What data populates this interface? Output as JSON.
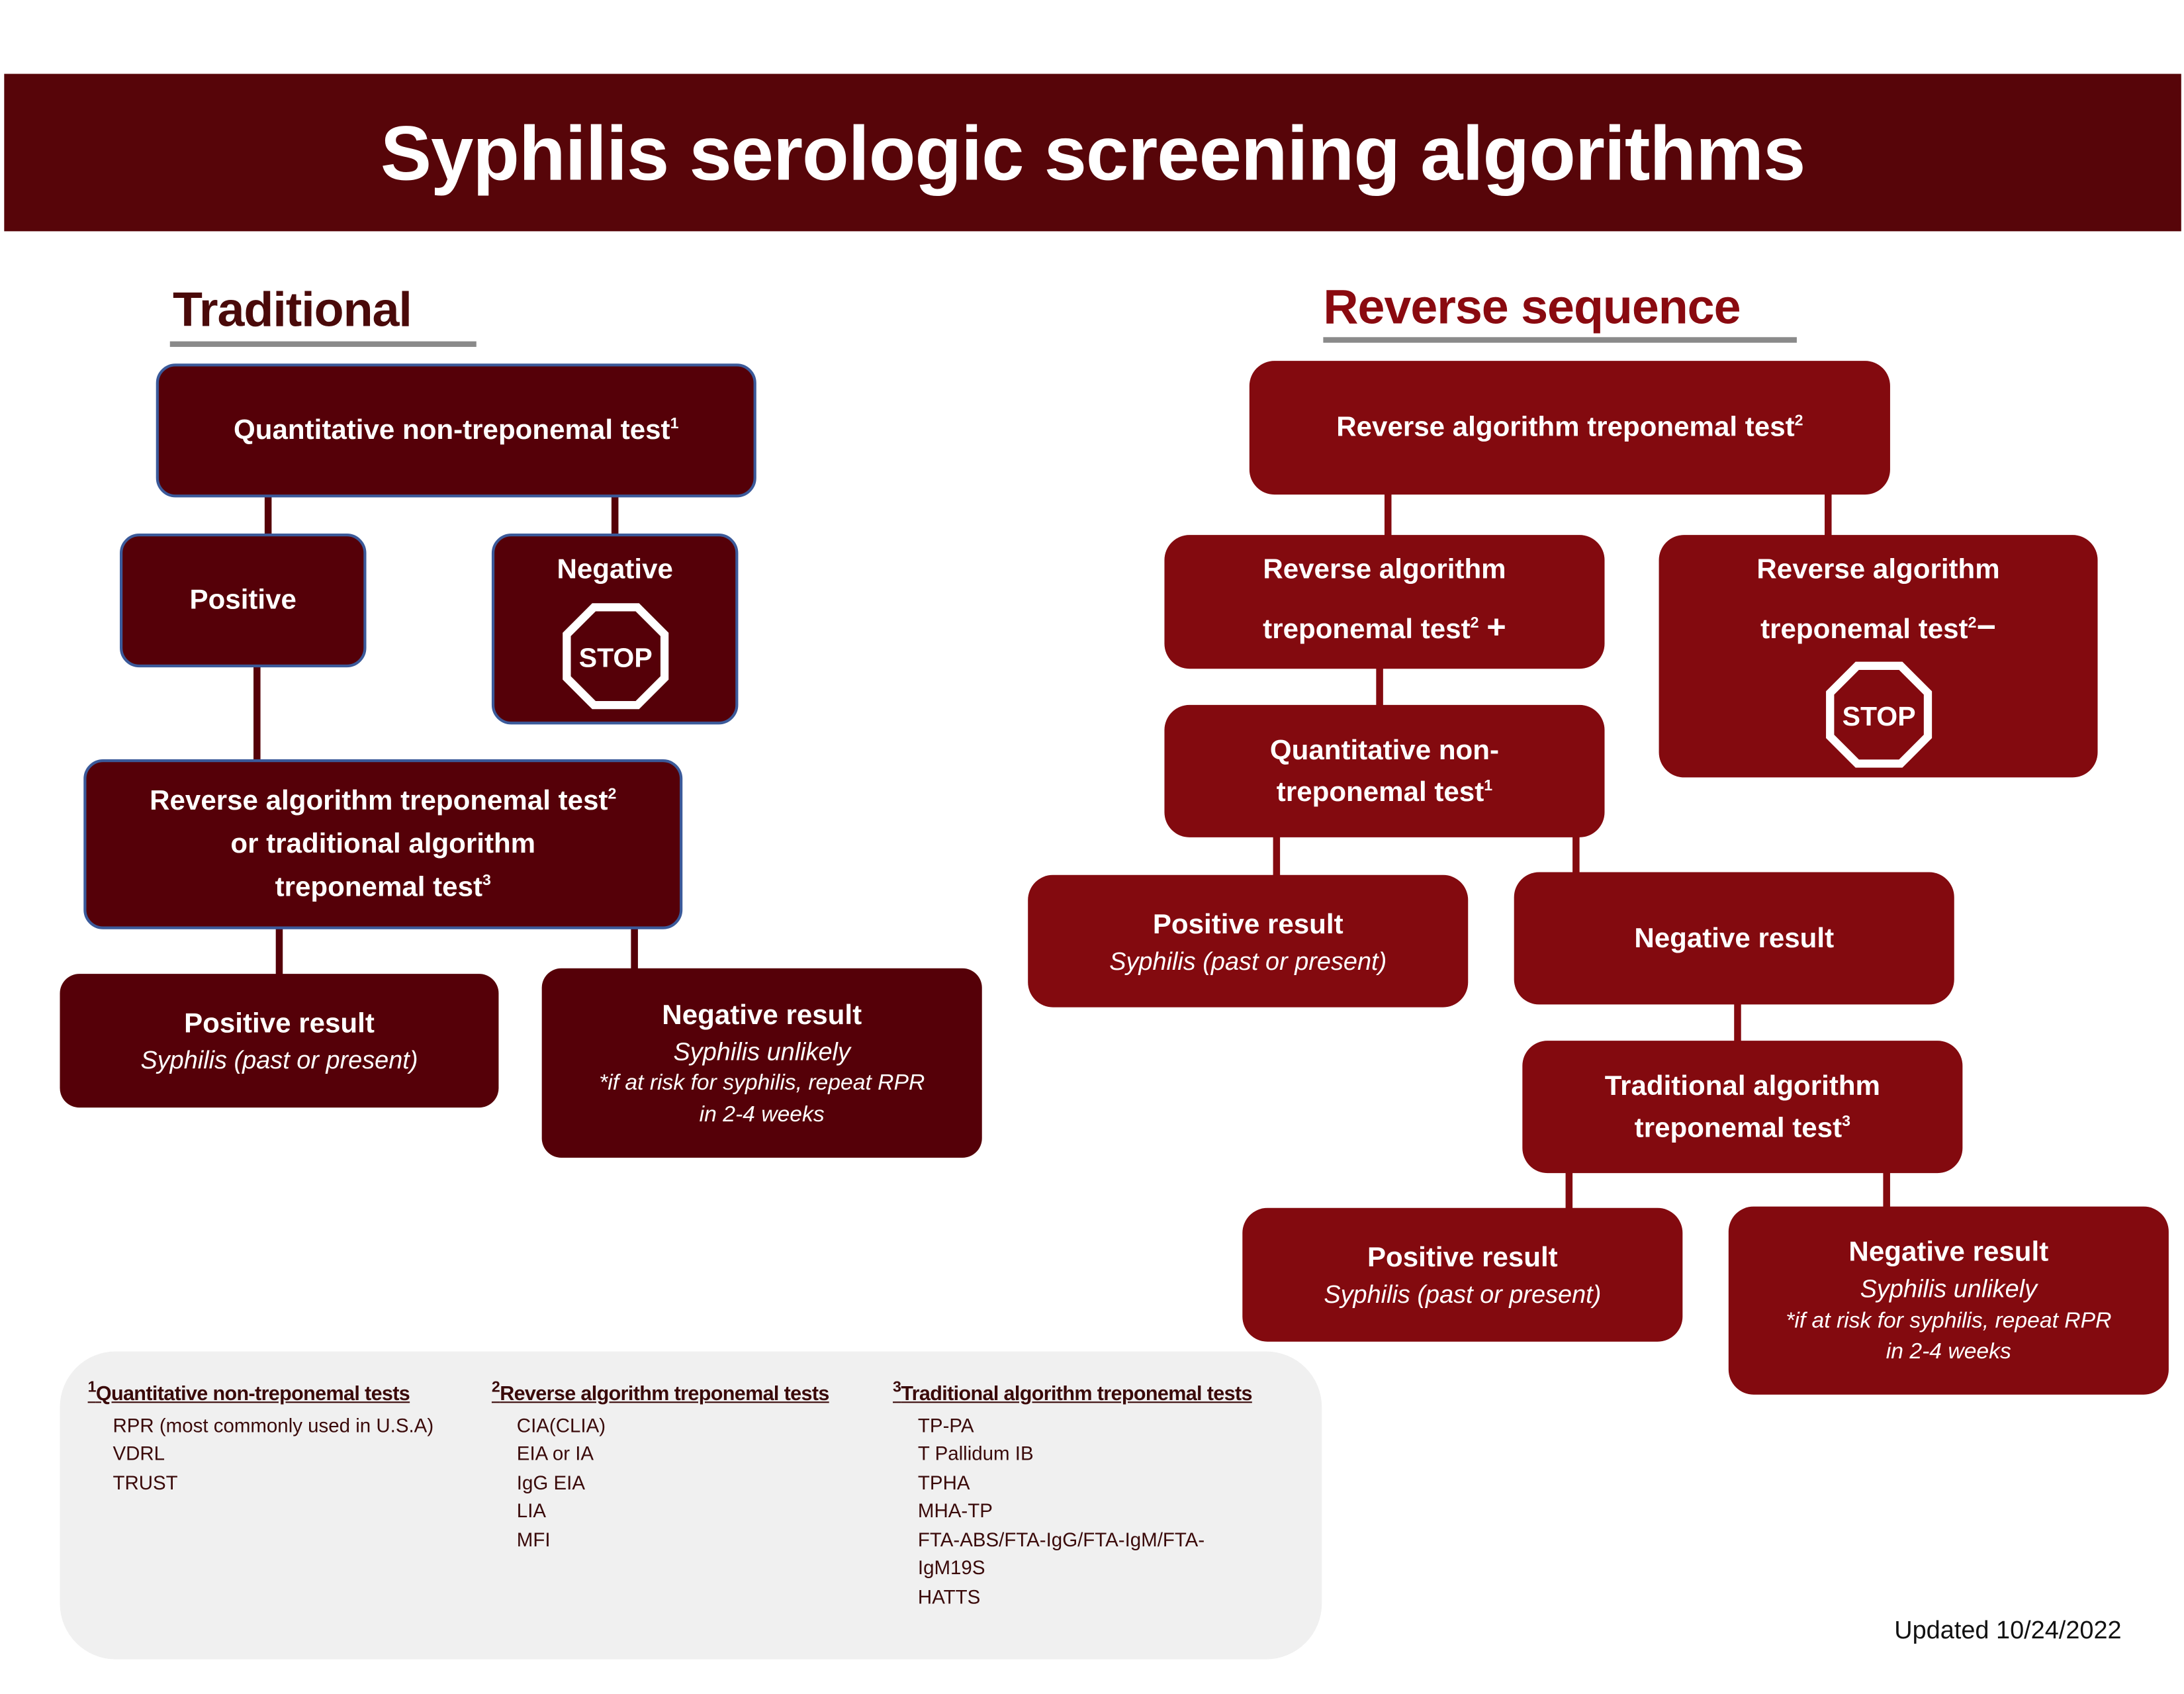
{
  "title": "Syphilis serologic screening algorithms",
  "traditional": {
    "heading": "Traditional",
    "first_test": "Quantitative non-treponemal test",
    "first_test_sup": "1",
    "positive": "Positive",
    "negative": "Negative",
    "stop": "STOP",
    "second_test_line1": "Reverse algorithm treponemal test",
    "second_test_line1_sup": "2",
    "second_test_line2": "or traditional algorithm",
    "second_test_line3": "treponemal test",
    "second_test_line3_sup": "3",
    "positive_result": "Positive result",
    "positive_result_sub": "Syphilis (past or present)",
    "negative_result": "Negative result",
    "negative_result_sub": "Syphilis unlikely",
    "negative_result_note1": "*if at risk for syphilis, repeat RPR",
    "negative_result_note2": "in 2-4 weeks"
  },
  "reverse": {
    "heading": "Reverse sequence",
    "first_test": "Reverse algorithm treponemal test",
    "first_test_sup": "2",
    "pos_line1": "Reverse algorithm",
    "pos_line2": "treponemal test",
    "pos_sup": "2",
    "pos_sign": "+",
    "neg_line1": "Reverse algorithm",
    "neg_line2": "treponemal test",
    "neg_sup": "2",
    "neg_sign": "−",
    "stop": "STOP",
    "quant_line1": "Quantitative non-",
    "quant_line2": "treponemal test",
    "quant_sup": "1",
    "positive_result": "Positive result",
    "positive_result_sub": "Syphilis (past or present)",
    "negative_result": "Negative result",
    "trad_line1": "Traditional algorithm",
    "trad_line2": "treponemal test",
    "trad_sup": "3",
    "final_positive": "Positive result",
    "final_positive_sub": "Syphilis (past or present)",
    "final_negative": "Negative result",
    "final_negative_sub": "Syphilis unlikely",
    "final_negative_note1": "*if at risk for syphilis, repeat RPR",
    "final_negative_note2": "in 2-4 weeks"
  },
  "footnotes": [
    {
      "sup": "1",
      "title": "Quantitative non-treponemal tests",
      "items": [
        "RPR (most commonly used in U.S.A)",
        "VDRL",
        "TRUST"
      ]
    },
    {
      "sup": "2",
      "title": "Reverse algorithm treponemal tests",
      "items": [
        "CIA(CLIA)",
        "EIA or IA",
        "IgG EIA",
        "LIA",
        "MFI"
      ]
    },
    {
      "sup": "3",
      "title": "Traditional algorithm treponemal tests",
      "items": [
        "TP-PA",
        "T Pallidum IB",
        "TPHA",
        "MHA-TP",
        "FTA-ABS/FTA-IgG/FTA-IgM/FTA-",
        "IgM19S",
        "HATTS"
      ]
    }
  ],
  "updated": "Updated 10/24/2022",
  "colors": {
    "title_band": "#570509",
    "traditional_box": "#550008",
    "reverse_box": "#830a0f",
    "border_blue": "#3b5a9a"
  }
}
